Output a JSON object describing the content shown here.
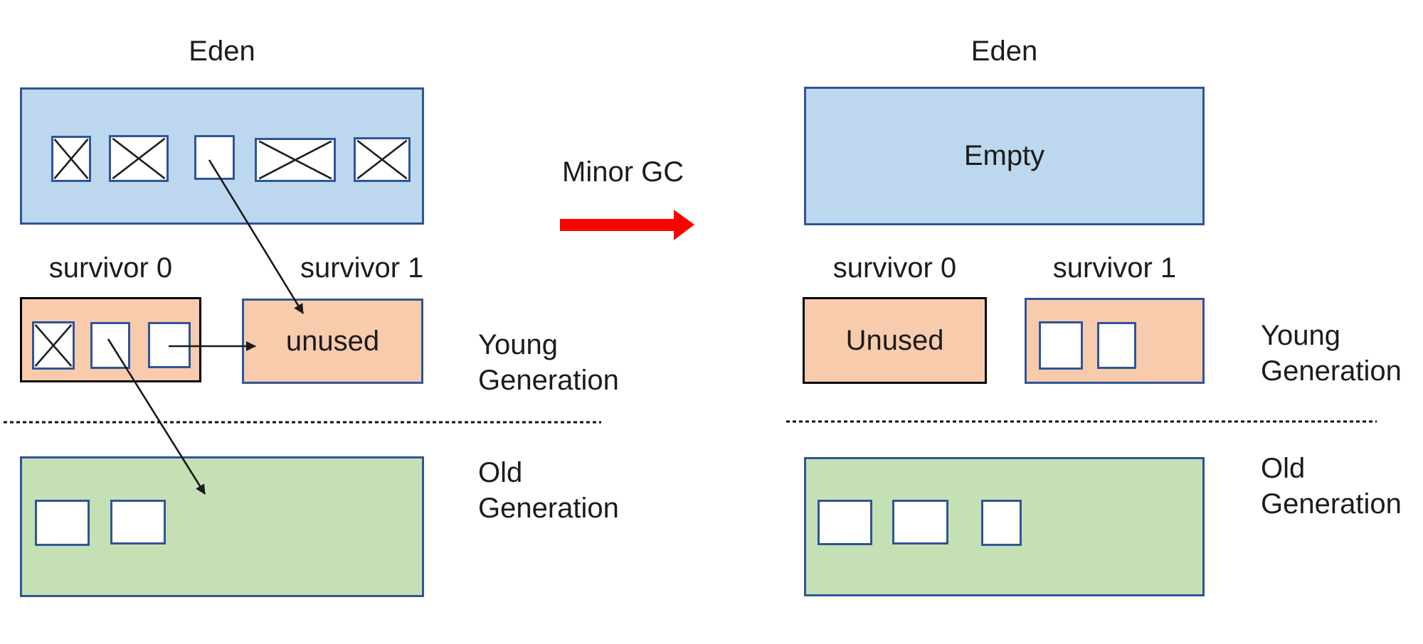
{
  "diagram": {
    "transition_label": "Minor GC",
    "before": {
      "eden_label": "Eden",
      "survivor0_label": "survivor 0",
      "survivor1_label": "survivor 1",
      "survivor1_content": "unused",
      "young_generation_line1": "Young",
      "young_generation_line2": "Generation",
      "old_generation_line1": "Old",
      "old_generation_line2": "Generation",
      "eden_slots": [
        "dead",
        "dead",
        "live",
        "dead",
        "dead"
      ],
      "survivor0_slots": [
        "dead",
        "live",
        "live"
      ],
      "old_generation_slots": [
        "live",
        "live"
      ]
    },
    "after": {
      "eden_label": "Eden",
      "eden_content": "Empty",
      "survivor0_label": "survivor 0",
      "survivor0_content": "Unused",
      "survivor1_label": "survivor 1",
      "young_generation_line1": "Young",
      "young_generation_line2": "Generation",
      "old_generation_line1": "Old",
      "old_generation_line2": "Generation",
      "survivor1_slots": [
        "live",
        "live"
      ],
      "old_generation_slots": [
        "live",
        "live",
        "live"
      ]
    },
    "colors": {
      "eden_fill": "#bdd7ee",
      "survivor_fill": "#f8cbad",
      "old_generation_fill": "#c5e0b4",
      "border_blue": "#2f5597",
      "border_black": "#000000",
      "gc_arrow_red": "#fe0000",
      "line_color": "#1a1a1a"
    }
  }
}
